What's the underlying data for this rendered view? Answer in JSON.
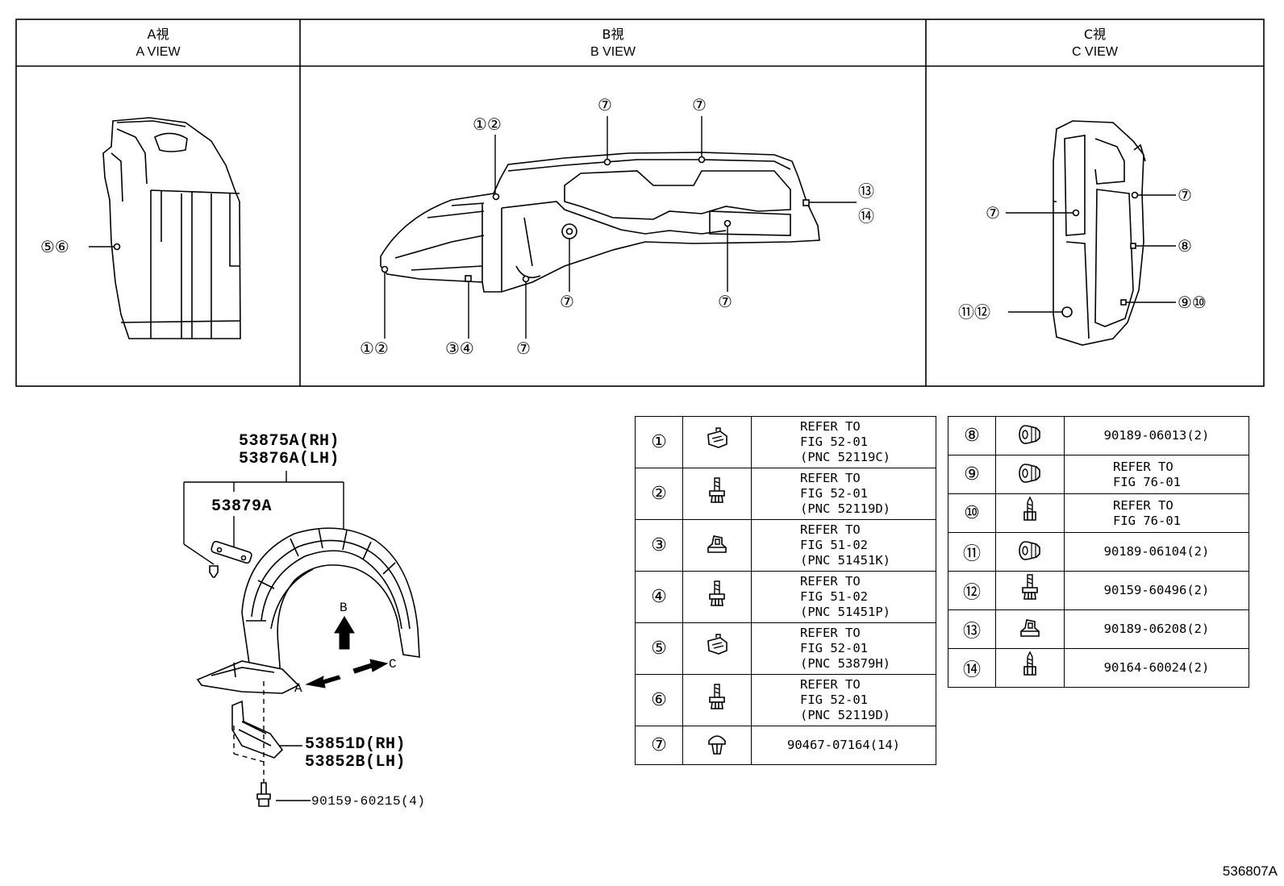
{
  "views": [
    {
      "jp": "A視",
      "en": "A VIEW"
    },
    {
      "jp": "B視",
      "en": "B VIEW"
    },
    {
      "jp": "C視",
      "en": "C VIEW"
    }
  ],
  "callouts": {
    "a_56": "⑤⑥",
    "b_12_top": "①②",
    "b_12_bot": "①②",
    "b_34": "③④",
    "b_7_bot": "⑦",
    "b_7_top1": "⑦",
    "b_7_top2": "⑦",
    "b_7_mid1": "⑦",
    "b_7_mid2": "⑦",
    "b_13": "⑬",
    "b_14": "⑭",
    "c_7_right": "⑦",
    "c_7_left": "⑦",
    "c_8": "⑧",
    "c_910": "⑨⑩",
    "c_1112": "⑪⑫"
  },
  "assembly": {
    "liner_rh": "53875A(RH)",
    "liner_lh": "53876A(LH)",
    "clip": "53879A",
    "lower_rh": "53851D(RH)",
    "lower_lh": "53852B(LH)",
    "screw": "90159-60215(4)",
    "arrow_a": "A",
    "arrow_b": "B",
    "arrow_c": "C"
  },
  "table_left": [
    {
      "num": "①",
      "icon": "clip-icon",
      "lines": [
        "REFER TO",
        "FIG 52-01",
        "(PNC 52119C)"
      ]
    },
    {
      "num": "②",
      "icon": "screw-icon",
      "lines": [
        "REFER TO",
        "FIG 52-01",
        "(PNC 52119D)"
      ]
    },
    {
      "num": "③",
      "icon": "nut-icon",
      "lines": [
        "REFER TO",
        "FIG 51-02",
        "(PNC 51451K)"
      ]
    },
    {
      "num": "④",
      "icon": "screw-icon",
      "lines": [
        "REFER TO",
        "FIG 51-02",
        "(PNC 51451P)"
      ]
    },
    {
      "num": "⑤",
      "icon": "clip-icon",
      "lines": [
        "REFER TO",
        "FIG 52-01",
        "(PNC 53879H)"
      ]
    },
    {
      "num": "⑥",
      "icon": "screw-icon",
      "lines": [
        "REFER TO",
        "FIG 52-01",
        "(PNC 52119D)"
      ]
    },
    {
      "num": "⑦",
      "icon": "push-rivet-icon",
      "lines": [
        "90467-07164(14)"
      ]
    }
  ],
  "table_right": [
    {
      "num": "⑧",
      "icon": "grommet-icon",
      "lines": [
        "90189-06013(2)"
      ]
    },
    {
      "num": "⑨",
      "icon": "grommet-icon",
      "lines": [
        "REFER TO",
        "FIG 76-01"
      ]
    },
    {
      "num": "⑩",
      "icon": "tapping-screw-icon",
      "lines": [
        "REFER TO",
        "FIG 76-01"
      ]
    },
    {
      "num": "⑪",
      "icon": "grommet-icon",
      "lines": [
        "90189-06104(2)"
      ]
    },
    {
      "num": "⑫",
      "icon": "screw-icon",
      "lines": [
        "90159-60496(2)"
      ]
    },
    {
      "num": "⑬",
      "icon": "nut-icon",
      "lines": [
        "90189-06208(2)"
      ]
    },
    {
      "num": "⑭",
      "icon": "tapping-screw-icon",
      "lines": [
        "90164-60024(2)"
      ]
    }
  ],
  "diagram_id": "536807A"
}
